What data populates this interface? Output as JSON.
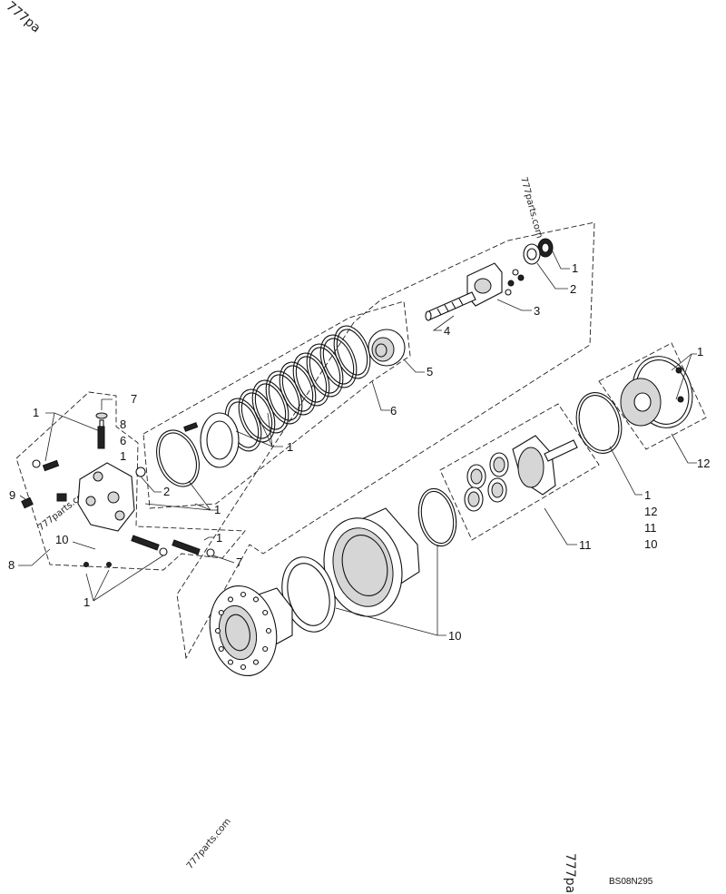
{
  "drawing_code": "BS08N295",
  "watermarks": {
    "top_left": "777pa",
    "top_right": "777parts.com",
    "mid_left": "777parts.com",
    "bottom_left": "777parts.com",
    "bottom_right": "777pa"
  },
  "callouts": {
    "c1_top_right": "1",
    "c2_top_right": "2",
    "c3": "3",
    "c4": "4",
    "c5": "5",
    "c6": "6",
    "c1_brake": "1",
    "c1_cover": "1",
    "c12_cover": "12",
    "c1_list": "1",
    "c12_list": "12",
    "c11_list": "11",
    "c10_list": "10",
    "c11": "11",
    "c10_ring": "10",
    "c7_top": "7",
    "c1_valve": "1",
    "c8_list": "8",
    "c6_list": "6",
    "c1_list_left": "1",
    "c2_left": "2",
    "c1_under": "1",
    "c9": "9",
    "c10_left": "10",
    "c8": "8",
    "c1_left_bottom": "1",
    "c1_right_valve": "1",
    "c7_bottom": "7"
  }
}
